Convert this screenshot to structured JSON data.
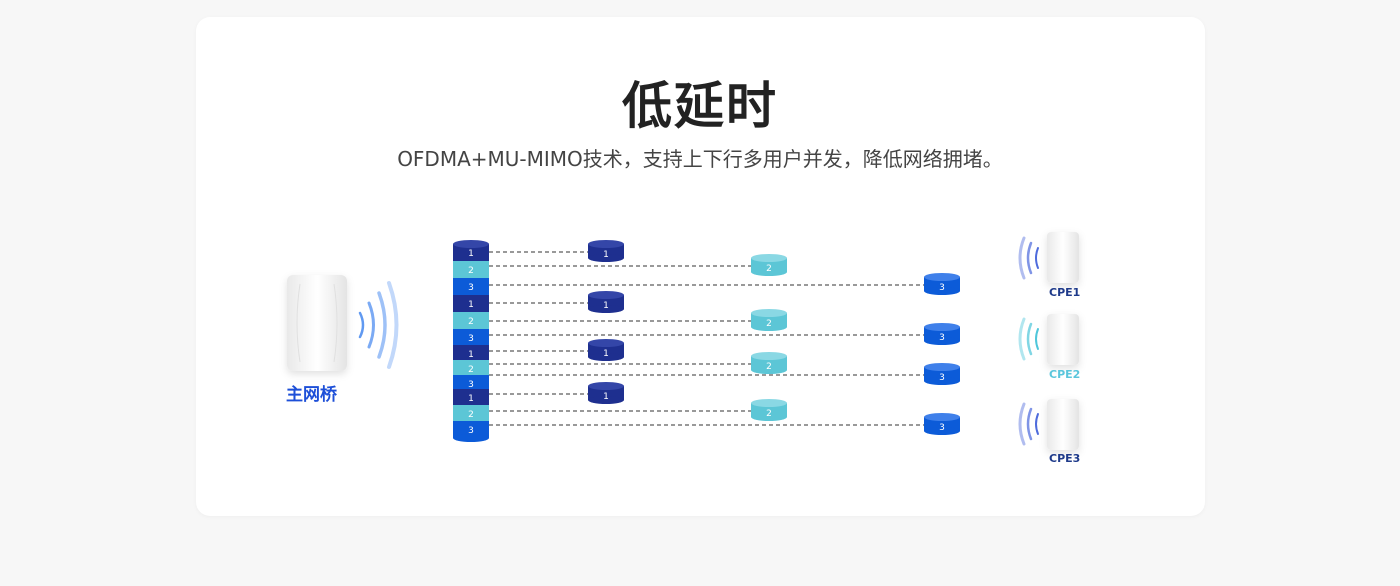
{
  "title": "低延时",
  "subtitle": "OFDMA+MU-MIMO技术，支持上下行多用户并发，降低网络拥堵。",
  "main_bridge_label": "主网桥",
  "cpes": [
    {
      "label": "CPE1",
      "color": "#1e3a8a"
    },
    {
      "label": "CPE2",
      "color": "#5bc6dc"
    },
    {
      "label": "CPE3",
      "color": "#1e3a8a"
    }
  ],
  "stack_labels": [
    "1",
    "2",
    "3",
    "1",
    "2",
    "3",
    "1",
    "2",
    "3",
    "1",
    "2",
    "3"
  ],
  "packet_labels": [
    "1",
    "2",
    "3",
    "1",
    "2",
    "3",
    "1",
    "2",
    "3",
    "1",
    "2",
    "3"
  ],
  "colors": {
    "dark_blue": "#1e2f8f",
    "cyan": "#5cc6d6",
    "blue": "#0c5bd8",
    "accent": "#1d4fd8"
  }
}
